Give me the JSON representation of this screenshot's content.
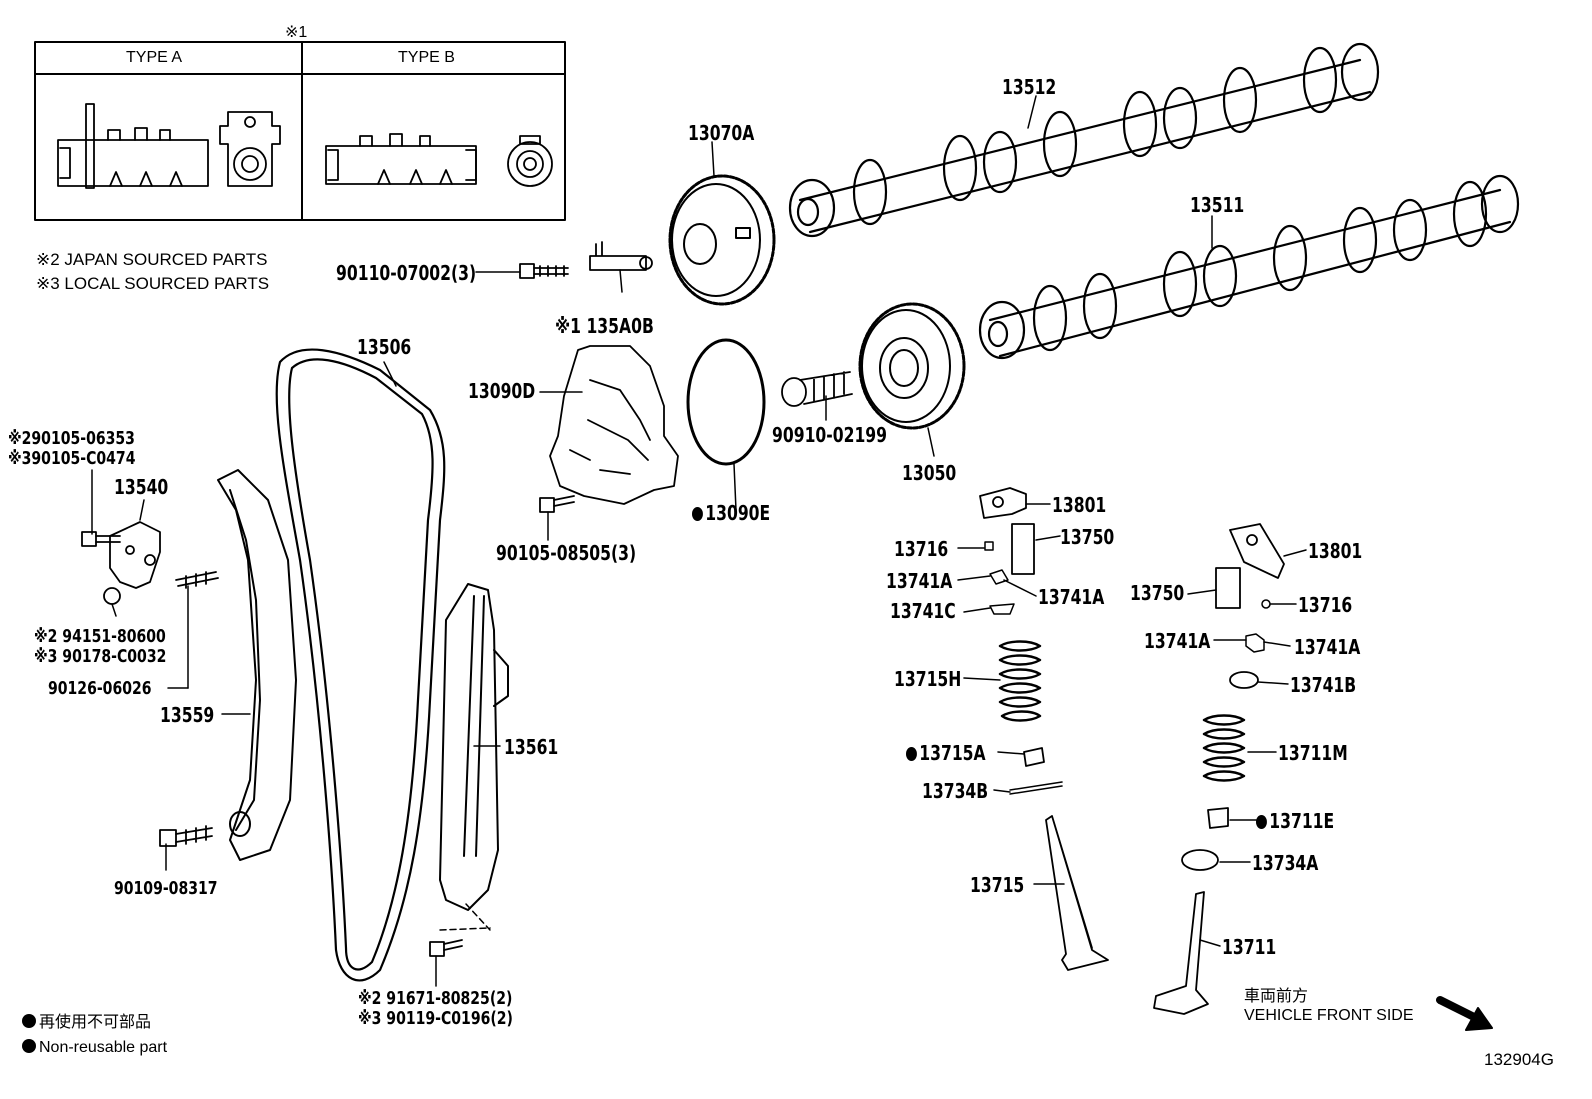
{
  "inset": {
    "marker": "※1",
    "type_a": "TYPE A",
    "type_b": "TYPE B"
  },
  "notes": {
    "japan": "※2 JAPAN SOURCED PARTS",
    "local": "※3 LOCAL SOURCED PARTS"
  },
  "parts": {
    "p13512": "13512",
    "p13511": "13511",
    "p13070A": "13070A",
    "p90110": "90110-07002(3)",
    "p135A0B": "※1 135A0B",
    "p13506": "13506",
    "p13090D": "13090D",
    "p90910": "90910-02199",
    "p13050": "13050",
    "p90105_06353": "※290105-06353",
    "p90105_C0474": "※390105-C0474",
    "p13540": "13540",
    "p90105_08505": "90105-08505(3)",
    "p13090E": "13090E",
    "p13801a": "13801",
    "p13716a": "13716",
    "p13750a": "13750",
    "p13741Aa": "13741A",
    "p13741Ab": "13741A",
    "p13741C": "13741C",
    "p13801b": "13801",
    "p13750b": "13750",
    "p13716b": "13716",
    "p13741Ac": "13741A",
    "p13741Ad": "13741A",
    "p13741B": "13741B",
    "p94151": "※2 94151-80600",
    "p90178": "※3 90178-C0032",
    "p90126": "90126-06026",
    "p13559": "13559",
    "p13561": "13561",
    "p13715H": "13715H",
    "p13715A": "13715A",
    "p13711M": "13711M",
    "p13734B": "13734B",
    "p13711E": "13711E",
    "p13734A": "13734A",
    "p13715": "13715",
    "p13711": "13711",
    "p90109": "90109-08317",
    "p91671": "※2 91671-80825(2)",
    "p90119": "※3 90119-C0196(2)"
  },
  "legend": {
    "jp": "再使用不可部品",
    "en": "Non-reusable part"
  },
  "direction": {
    "jp": "車両前方",
    "en": "VEHICLE FRONT SIDE"
  },
  "figure_code": "132904G"
}
